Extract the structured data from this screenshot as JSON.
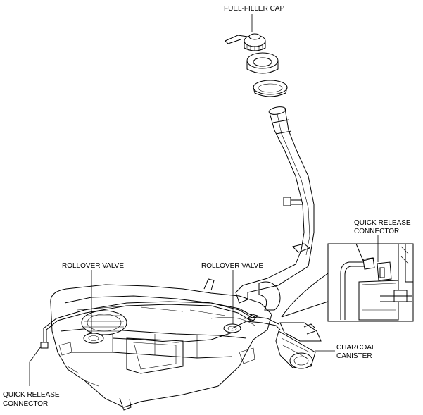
{
  "labels": {
    "fuel_filler_cap": "FUEL-FILLER CAP",
    "rollover_valve_left": "ROLLOVER VALVE",
    "rollover_valve_right": "ROLLOVER VALVE",
    "quick_release_inset_line1": "QUICK RELEASE",
    "quick_release_inset_line2": "CONNECTOR",
    "quick_release_left_line1": "QUICK RELEASE",
    "quick_release_left_line2": "CONNECTOR",
    "charcoal_canister_line1": "CHARCOAL",
    "charcoal_canister_line2": "CANISTER"
  }
}
